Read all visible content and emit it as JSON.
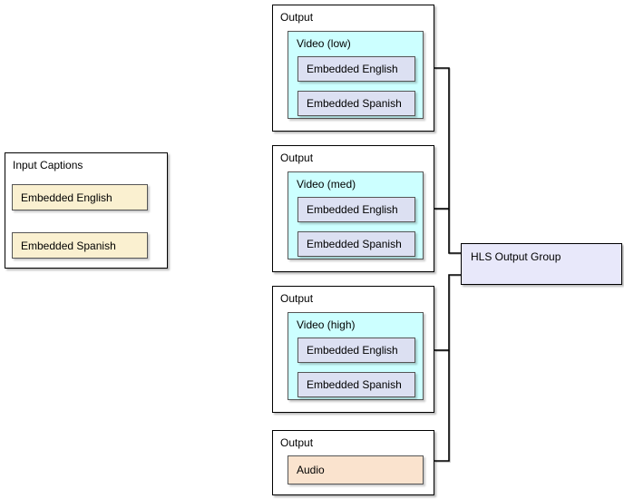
{
  "colors": {
    "canvas-bg": "#ffffff",
    "box-border": "#000000",
    "inner-border": "#555555",
    "connector": "#000000",
    "input-item-fill": "#FAF0D0",
    "video-fill": "#CCFFFF",
    "caption-fill": "#DCE0F2",
    "audio-fill": "#FAE3CE",
    "group-fill": "#E8E8FA"
  },
  "input_group": {
    "title": "Input Captions",
    "items": [
      {
        "label": "Embedded English"
      },
      {
        "label": "Embedded Spanish"
      }
    ]
  },
  "outputs": [
    {
      "id": "output-video-low",
      "title": "Output",
      "stream": "Video (low)",
      "captions": [
        {
          "label": "Embedded English"
        },
        {
          "label": "Embedded Spanish"
        }
      ]
    },
    {
      "id": "output-video-med",
      "title": "Output",
      "stream": "Video (med)",
      "captions": [
        {
          "label": "Embedded English"
        },
        {
          "label": "Embedded Spanish"
        }
      ]
    },
    {
      "id": "output-video-high",
      "title": "Output",
      "stream": "Video (high)",
      "captions": [
        {
          "label": "Embedded English"
        },
        {
          "label": "Embedded Spanish"
        }
      ]
    },
    {
      "id": "output-audio",
      "title": "Output",
      "stream": "Audio",
      "captions": []
    }
  ],
  "group_box": {
    "label": "HLS Output Group"
  },
  "connections": [
    {
      "from": "output-video-low",
      "to": "hls-output-group"
    },
    {
      "from": "output-video-med",
      "to": "hls-output-group"
    },
    {
      "from": "output-video-high",
      "to": "hls-output-group"
    },
    {
      "from": "output-audio",
      "to": "hls-output-group"
    }
  ]
}
